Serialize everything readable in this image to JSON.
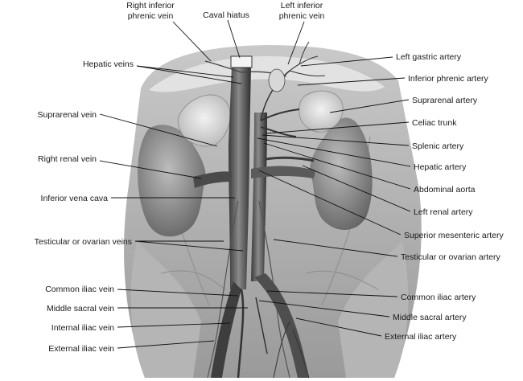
{
  "labels": {
    "right_inferior_phrenic_vein_1": "Right inferior",
    "right_inferior_phrenic_vein_2": "phrenic vein",
    "caval_hiatus": "Caval hiatus",
    "left_inferior_phrenic_vein_1": "Left inferior",
    "left_inferior_phrenic_vein_2": "phrenic vein",
    "hepatic_veins": "Hepatic veins",
    "suprarenal_vein": "Suprarenal vein",
    "right_renal_vein": "Right renal vein",
    "inferior_vena_cava": "Inferior vena cava",
    "testicular_or_ovarian_veins": "Testicular or ovarian veins",
    "common_iliac_vein": "Common iliac vein",
    "middle_sacral_vein": "Middle sacral vein",
    "internal_iliac_vein": "Internal iliac vein",
    "external_iliac_vein": "External iliac vein",
    "left_gastric_artery": "Left gastric artery",
    "inferior_phrenic_artery": "Inferior phrenic artery",
    "suprarenal_artery": "Suprarenal artery",
    "celiac_trunk": "Celiac trunk",
    "splenic_artery": "Splenic artery",
    "hepatic_artery": "Hepatic artery",
    "abdominal_aorta": "Abdominal aorta",
    "left_renal_artery": "Left renal artery",
    "superior_mesenteric_artery": "Superior mesenteric artery",
    "testicular_or_ovarian_artery": "Testicular or ovarian artery",
    "common_iliac_artery": "Common iliac artery",
    "middle_sacral_artery": "Middle sacral artery",
    "external_iliac_artery": "External iliac artery"
  }
}
